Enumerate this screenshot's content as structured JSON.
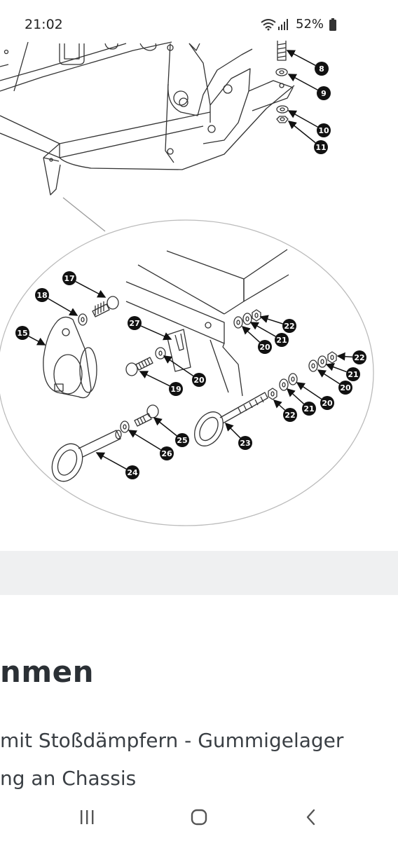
{
  "status_bar": {
    "time": "21:02",
    "battery": "52%",
    "icons": [
      "wifi-icon",
      "signal-icon",
      "battery-icon"
    ]
  },
  "diagram": {
    "part_numbers": [
      "8",
      "9",
      "10",
      "11",
      "15",
      "17",
      "18",
      "19",
      "20",
      "20",
      "20",
      "20",
      "21",
      "21",
      "21",
      "22",
      "22",
      "22",
      "23",
      "24",
      "25",
      "26",
      "27"
    ]
  },
  "article": {
    "heading": "nmen",
    "description_line1": " mit Stoßdämpfern - Gummigelager",
    "description_line2": "ng an Chassis"
  },
  "nav_bar": {
    "icons": [
      "recent-apps-icon",
      "home-icon",
      "back-icon"
    ]
  }
}
